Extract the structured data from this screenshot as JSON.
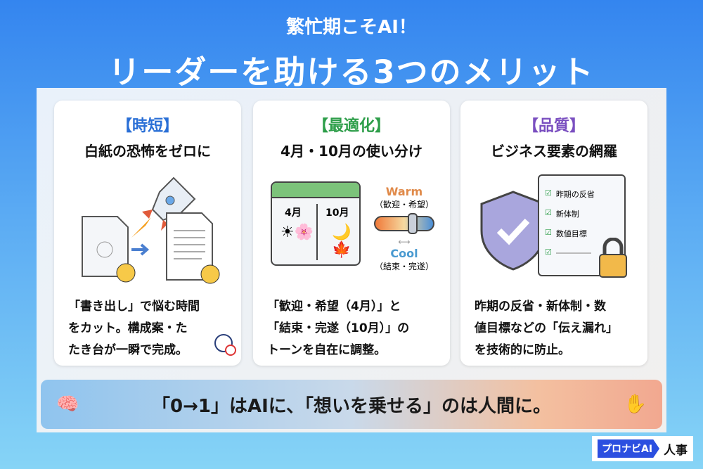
{
  "header": {
    "line1": "繁忙期こそAI！",
    "line2": "リーダーを助ける3つのメリット"
  },
  "cards": [
    {
      "tag": "【時短】",
      "subtitle": "白紙の恐怖をゼロに",
      "body": [
        "「書き出し」で悩む時間",
        "をカット。構成案・た",
        "たき台が一瞬で完成。"
      ],
      "color": "#2a6fd6"
    },
    {
      "tag": "【最適化】",
      "subtitle": "4月・10月の使い分け",
      "body": [
        "「歓迎・希望（4月）」と",
        "「結束・完遂（10月）」の",
        "トーンを自在に調整。"
      ],
      "color": "#2e9e4a",
      "calendar": {
        "left": "4月",
        "right": "10月"
      },
      "warm": "Warm",
      "warm_sub": "（歓迎・希望）",
      "cool": "Cool",
      "cool_sub": "（結束・完遂）"
    },
    {
      "tag": "【品質】",
      "subtitle": "ビジネス要素の網羅",
      "body": [
        "昨期の反省・新体制・数",
        "値目標などの「伝え漏れ」",
        "を技術的に防止。"
      ],
      "color": "#7a4fc0",
      "checklist": [
        "昨期の反省",
        "新体制",
        "数値目標"
      ]
    }
  ],
  "banner": "「0→1」はAIに、「想いを乗せる」のは人間に。",
  "logo": {
    "brand": "プロナビAI",
    "suffix": "人事"
  }
}
